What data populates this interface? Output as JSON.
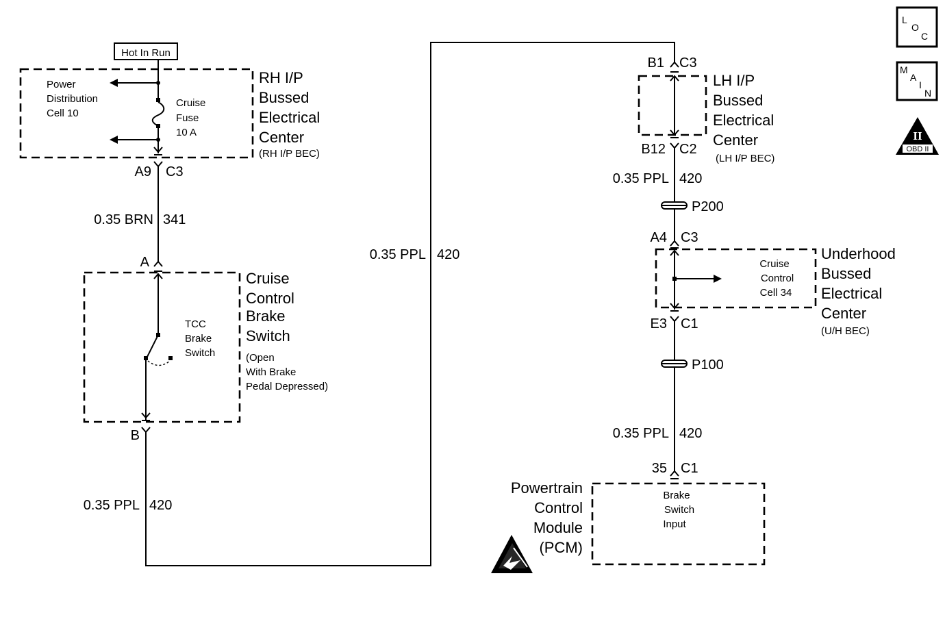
{
  "hot_label": "Hot In Run",
  "rh_bec": {
    "title": [
      "RH I/P",
      "Bussed",
      "Electrical",
      "Center"
    ],
    "abbr": "(RH I/P BEC)",
    "power_dist": [
      "Power",
      "Distribution",
      "Cell 10"
    ],
    "fuse": [
      "Cruise",
      "Fuse",
      "10 A"
    ],
    "pin": "A9",
    "conn": "C3"
  },
  "wire_341": {
    "gauge": "0.35 BRN",
    "circuit": "341"
  },
  "brake_switch": {
    "title": [
      "Cruise",
      "Control",
      "Brake",
      "Switch"
    ],
    "note": [
      "(Open",
      "With Brake",
      "Pedal Depressed)"
    ],
    "inner": [
      "TCC",
      "Brake",
      "Switch"
    ],
    "pin_a": "A",
    "pin_b": "B"
  },
  "wire_420_left": {
    "gauge": "0.35 PPL",
    "circuit": "420"
  },
  "wire_420_mid": {
    "gauge": "0.35 PPL",
    "circuit": "420"
  },
  "lh_bec": {
    "title": [
      "LH I/P",
      "Bussed",
      "Electrical",
      "Center"
    ],
    "abbr": "(LH I/P BEC)",
    "top_pin": "B1",
    "top_conn": "C3",
    "bot_pin": "B12",
    "bot_conn": "C2"
  },
  "wire_420_r1": {
    "gauge": "0.35 PPL",
    "circuit": "420"
  },
  "splice_p200": "P200",
  "uh_bec": {
    "title": [
      "Underhood",
      "Bussed",
      "Electrical",
      "Center"
    ],
    "abbr": "(U/H BEC)",
    "inner": [
      "Cruise",
      "Control",
      "Cell 34"
    ],
    "top_pin": "A4",
    "top_conn": "C3",
    "bot_pin": "E3",
    "bot_conn": "C1"
  },
  "splice_p100": "P100",
  "wire_420_r2": {
    "gauge": "0.35 PPL",
    "circuit": "420"
  },
  "pcm": {
    "title": [
      "Powertrain",
      "Control",
      "Module",
      "(PCM)"
    ],
    "inner": [
      "Brake",
      "Switch",
      "Input"
    ],
    "pin": "35",
    "conn": "C1"
  },
  "icons": {
    "loc": {
      "name": "loc-icon",
      "letters": [
        "L",
        "O",
        "C"
      ]
    },
    "main": {
      "name": "main-icon",
      "letters": [
        "M",
        "A",
        "I",
        "N"
      ]
    },
    "obd": {
      "name": "obd-ii-icon",
      "numeral": "II",
      "label": "OBD II"
    },
    "esd": {
      "name": "esd-warning-icon"
    }
  }
}
